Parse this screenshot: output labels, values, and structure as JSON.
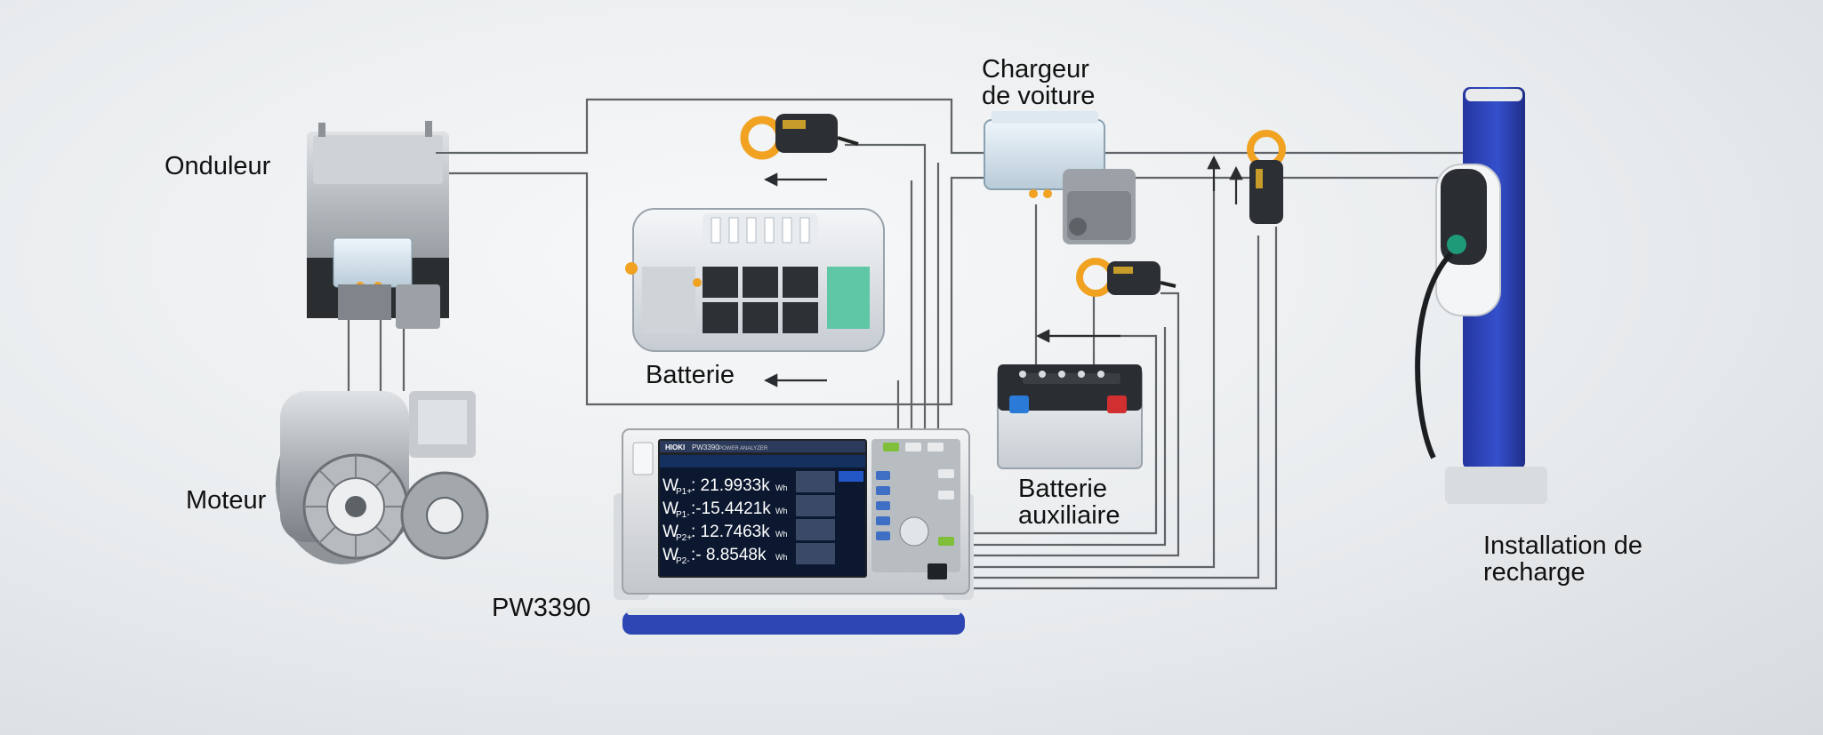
{
  "labels": {
    "inverter": "Onduleur",
    "motor": "Moteur",
    "battery": "Batterie",
    "car_charger_line1": "Chargeur",
    "car_charger_line2": "de voiture",
    "aux_battery_line1": "Batterie",
    "aux_battery_line2": "auxiliaire",
    "charging_station_line1": "Installation de",
    "charging_station_line2": "recharge",
    "analyzer": "PW3390"
  },
  "analyzer_screen": {
    "brand": "HIOKI",
    "model": "PW3390",
    "subtitle": "POWER ANALYZER",
    "rows": [
      {
        "label": "W",
        "sub": "P1+",
        "value": ": 21.9933k",
        "unit": "Wh"
      },
      {
        "label": "W",
        "sub": "P1-",
        "value": ":-15.4421k",
        "unit": "Wh"
      },
      {
        "label": "W",
        "sub": "P2+",
        "value": ": 12.7463k",
        "unit": "Wh"
      },
      {
        "label": "W",
        "sub": "P2-",
        "value": ":- 8.8548k",
        "unit": "Wh"
      }
    ]
  },
  "colors": {
    "wire": "#5f6468",
    "clamp_orange": "#f0a220",
    "station_blue": "#2b3fb0",
    "screen_bg": "#0c1830",
    "aux_positive": "#d23030",
    "aux_negative": "#2a7ad8"
  }
}
